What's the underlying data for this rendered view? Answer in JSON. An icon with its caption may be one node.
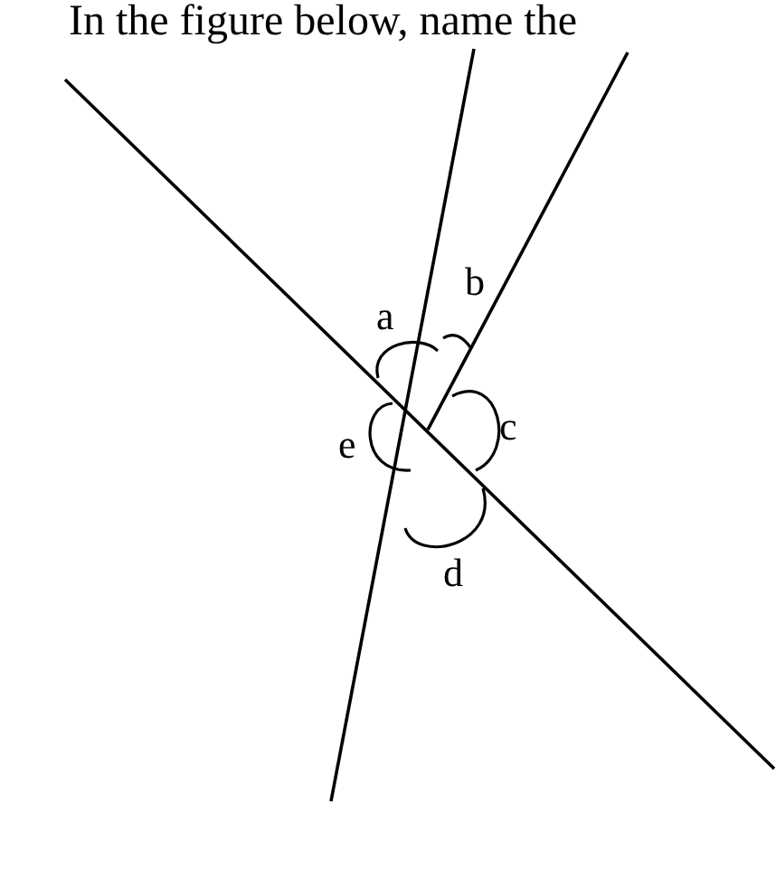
{
  "diagram": {
    "labels": [
      "In the figure below, name the",
      "a",
      "b",
      "c",
      "e",
      "d"
    ]
  }
}
